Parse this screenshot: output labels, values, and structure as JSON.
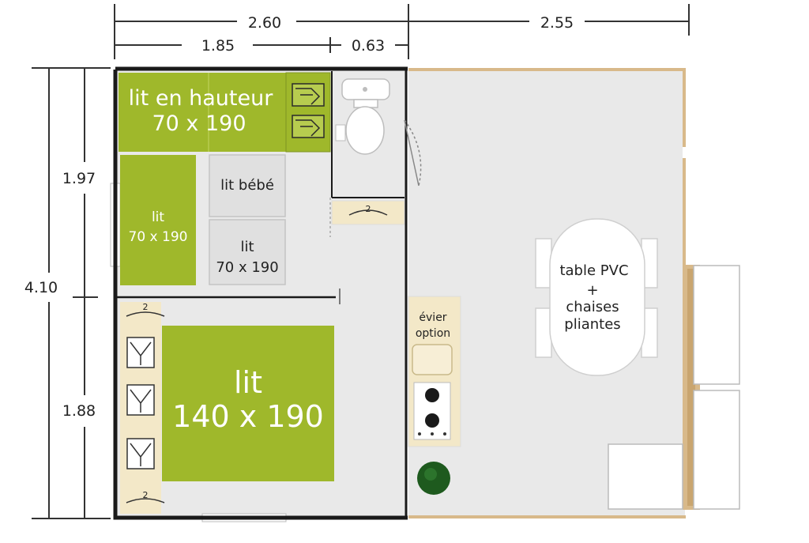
{
  "dimensions": {
    "top_total_left": "2.60",
    "top_total_right": "2.55",
    "top_sub_left": "1.85",
    "top_sub_right": "0.63",
    "left_total": "4.10",
    "left_upper": "1.97",
    "left_lower": "1.88"
  },
  "rooms": {
    "loft_bed": {
      "line1": "lit en hauteur",
      "line2": "70 x 190"
    },
    "single_bed": {
      "line1": "lit",
      "line2": "70 x 190"
    },
    "baby_bed": {
      "label": "lit bébé"
    },
    "single_bed_2": {
      "line1": "lit",
      "line2": "70 x 190"
    },
    "double_bed": {
      "line1": "lit",
      "line2": "140 x 190"
    },
    "sink": {
      "line1": "évier",
      "line2": "option"
    },
    "table": {
      "line1": "table PVC",
      "line2": "+",
      "line3": "chaises",
      "line4": "pliantes"
    },
    "hanger_mark": "2"
  },
  "colors": {
    "bed_green": "#9fb82b",
    "floor_grey": "#e9e9e9",
    "wall_dark": "#1a1a1a",
    "wood": "#d8b98a",
    "cream": "#f3e8c8",
    "plant_green": "#1e5a1e"
  }
}
